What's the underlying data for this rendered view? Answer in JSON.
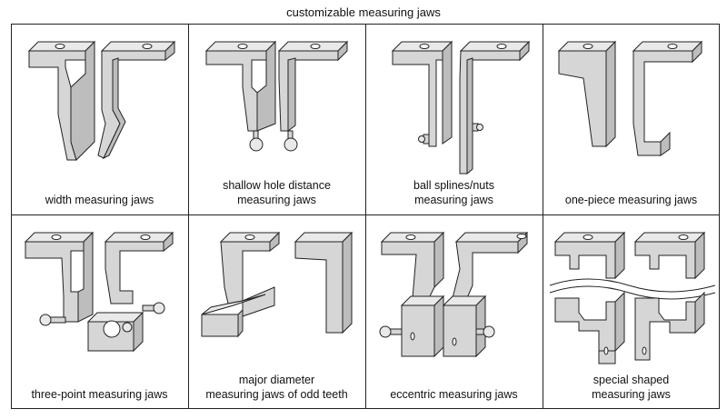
{
  "title": "customizable measuring jaws",
  "cells": [
    {
      "lines": [
        "",
        "width measuring jaws"
      ]
    },
    {
      "lines": [
        "shallow hole distance",
        "measuring jaws"
      ]
    },
    {
      "lines": [
        "ball splines/nuts",
        "measuring jaws"
      ]
    },
    {
      "lines": [
        "",
        "one-piece measuring jaws"
      ]
    },
    {
      "lines": [
        "",
        "three-point measuring jaws"
      ]
    },
    {
      "lines": [
        "major diameter",
        "measuring jaws of odd teeth"
      ]
    },
    {
      "lines": [
        "",
        "eccentric measuring jaws"
      ]
    },
    {
      "lines": [
        "special shaped",
        "measuring jaws"
      ]
    }
  ]
}
